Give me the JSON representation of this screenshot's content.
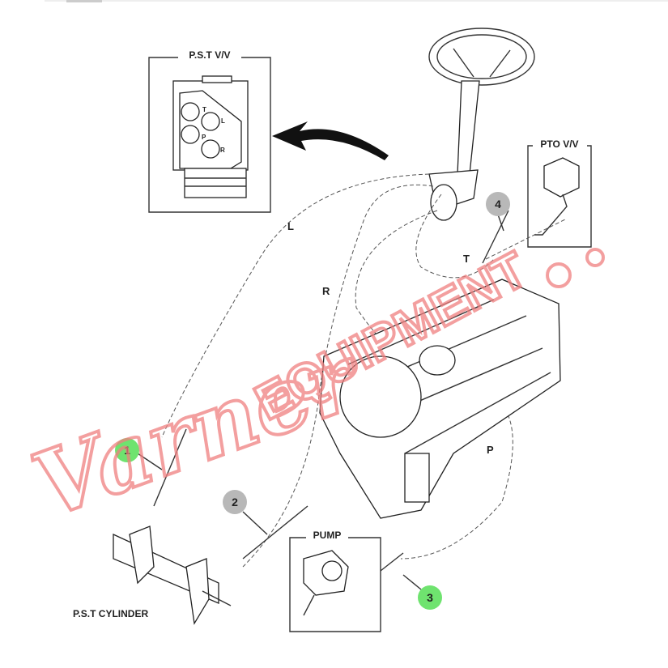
{
  "labels": {
    "pst_valve": "P.S.T V/V",
    "pto_valve": "PTO V/V",
    "pump": "PUMP",
    "pst_cylinder": "P.S.T CYLINDER",
    "line_l": "L",
    "line_r": "R",
    "line_t": "T",
    "line_p": "P",
    "port_t": "T",
    "port_l": "L",
    "port_p": "P",
    "port_r": "R"
  },
  "callouts": [
    {
      "number": "1",
      "color": "#6fe36f"
    },
    {
      "number": "2",
      "color": "#b8b8b8"
    },
    {
      "number": "3",
      "color": "#6fe36f"
    },
    {
      "number": "4",
      "color": "#b8b8b8"
    }
  ],
  "watermark": {
    "text": "Varner EQUIPMENT",
    "color": "#f08080"
  }
}
